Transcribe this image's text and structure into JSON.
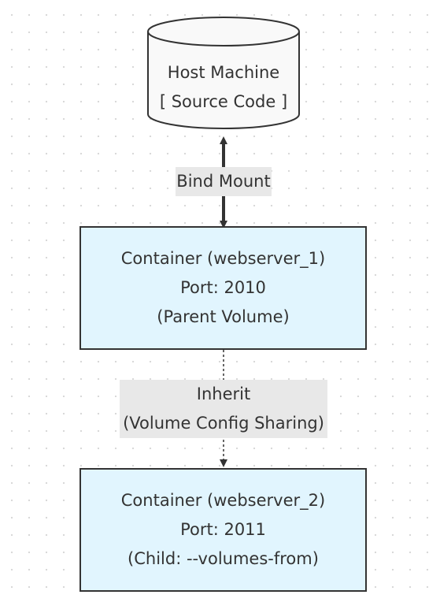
{
  "nodes": {
    "host": {
      "line1": "Host Machine",
      "line2": "[ Source Code ]",
      "shape": "cylinder",
      "fill": "#f9f9f9",
      "stroke": "#333333"
    },
    "webserver1": {
      "line1": "Container (webserver_1)",
      "line2": "Port: 2010",
      "line3": "(Parent Volume)",
      "fill": "#e1f5fe",
      "stroke": "#333333"
    },
    "webserver2": {
      "line1": "Container (webserver_2)",
      "line2": "Port: 2011",
      "line3": "(Child: --volumes-from)",
      "fill": "#e1f5fe",
      "stroke": "#333333"
    }
  },
  "edges": {
    "bind_mount": {
      "from": "host",
      "to": "webserver1",
      "label": "Bind Mount",
      "style": "thick, bidirectional"
    },
    "inherit": {
      "from": "webserver1",
      "to": "webserver2",
      "label_line1": "Inherit",
      "label_line2": "(Volume Config Sharing)",
      "style": "dotted"
    }
  },
  "colors": {
    "edge_label_bg": "#e8e8e8",
    "line": "#333333",
    "text": "#333333"
  }
}
